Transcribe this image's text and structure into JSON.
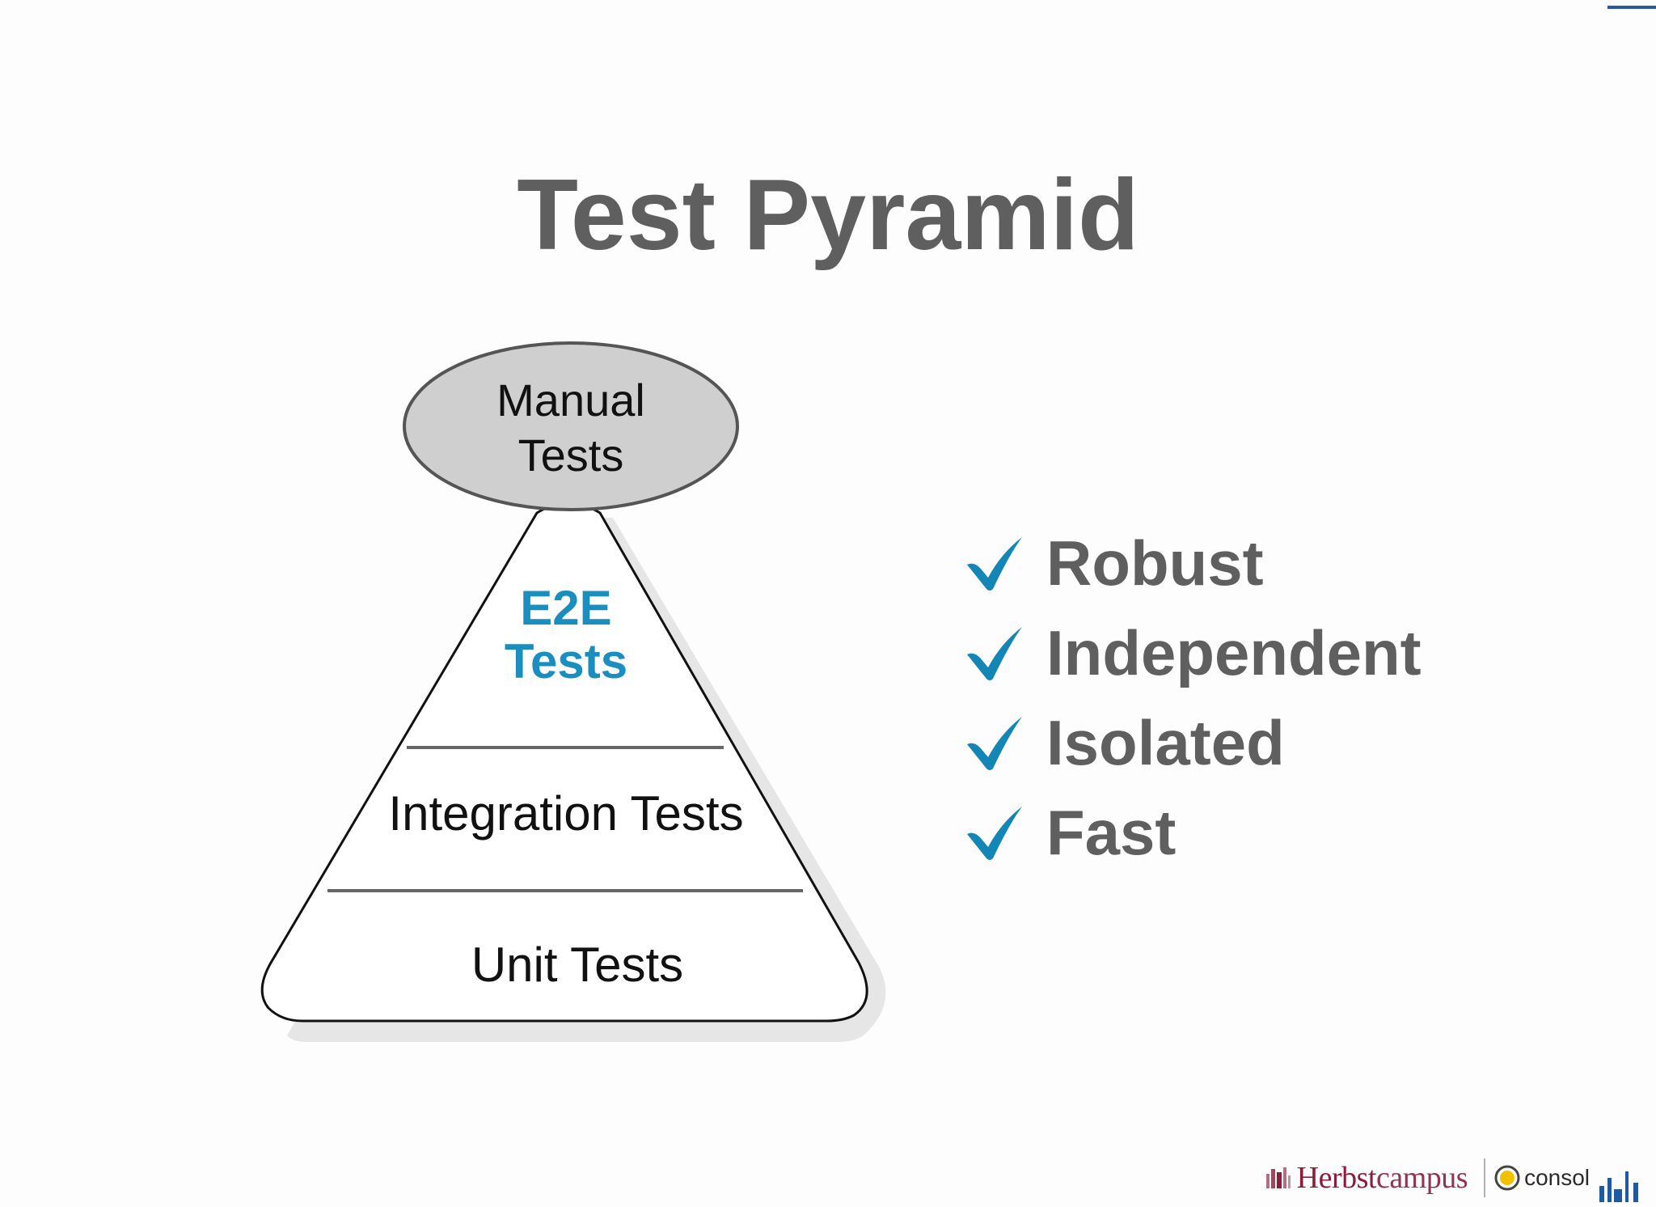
{
  "slide": {
    "title": "Test Pyramid"
  },
  "pyramid": {
    "top": {
      "line1": "Manual",
      "line2": "Tests"
    },
    "layers": [
      {
        "line1": "E2E",
        "line2": "Tests",
        "color": "#1a8fbf"
      },
      {
        "line1": "Integration Tests",
        "color": "#111111"
      },
      {
        "line1": "Unit Tests",
        "color": "#111111"
      }
    ],
    "colors": {
      "ellipse_fill": "#cfcfcf",
      "ellipse_stroke": "#555555",
      "outline": "#111111",
      "divider": "#666666",
      "shadow": "#e6e6e6"
    }
  },
  "checklist": {
    "items": [
      {
        "label": "Robust"
      },
      {
        "label": "Independent"
      },
      {
        "label": "Isolated"
      },
      {
        "label": "Fast"
      }
    ],
    "check_color": "#1486b5",
    "icon": "checkmark-icon"
  },
  "footer": {
    "herbst_part1": "Herbst",
    "herbst_part2": "campus",
    "consol_label": "consol",
    "brand_color": "#8a1e3a"
  }
}
